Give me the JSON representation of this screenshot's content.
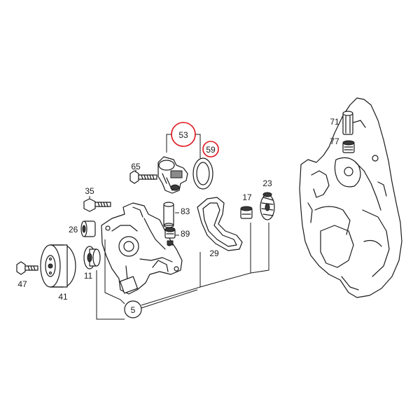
{
  "parts": {
    "p5": "5",
    "p11": "11",
    "p17": "17",
    "p23": "23",
    "p26": "26",
    "p29": "29",
    "p35": "35",
    "p41": "41",
    "p47": "47",
    "p53": "53",
    "p59": "59",
    "p65": "65",
    "p71": "71",
    "p77": "77",
    "p83": "83",
    "p89": "89"
  },
  "colors": {
    "highlight": "#e0141e",
    "ink": "#1a1a1a"
  }
}
